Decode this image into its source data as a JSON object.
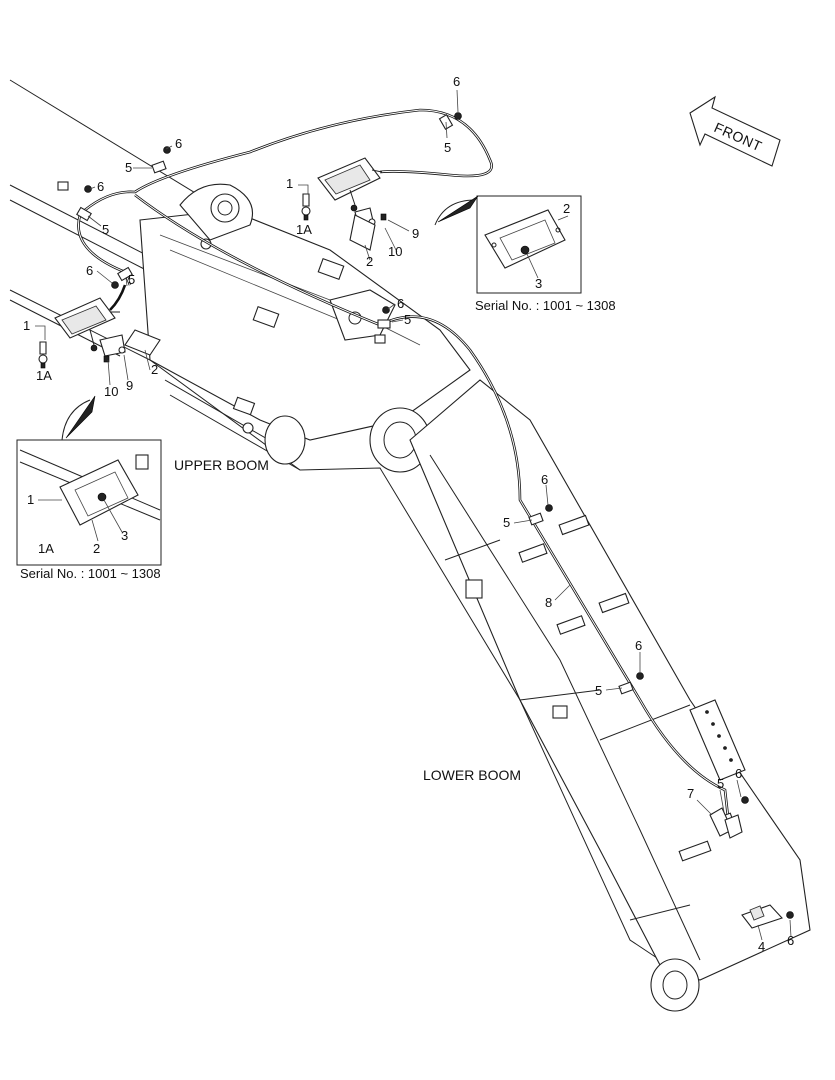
{
  "diagram": {
    "front_arrow": "FRONT",
    "upper_boom": "UPPER BOOM",
    "lower_boom": "LOWER BOOM",
    "serial_note_left": "Serial No. : 1001 ~ 1308",
    "serial_note_right": "Serial No. : 1001 ~ 1308",
    "labels": {
      "c1": "1",
      "c1a": "1A",
      "c2": "2",
      "c3": "3",
      "c4": "4",
      "c5": "5",
      "c6": "6",
      "c7": "7",
      "c8": "8",
      "c9": "9",
      "c10": "10"
    }
  }
}
